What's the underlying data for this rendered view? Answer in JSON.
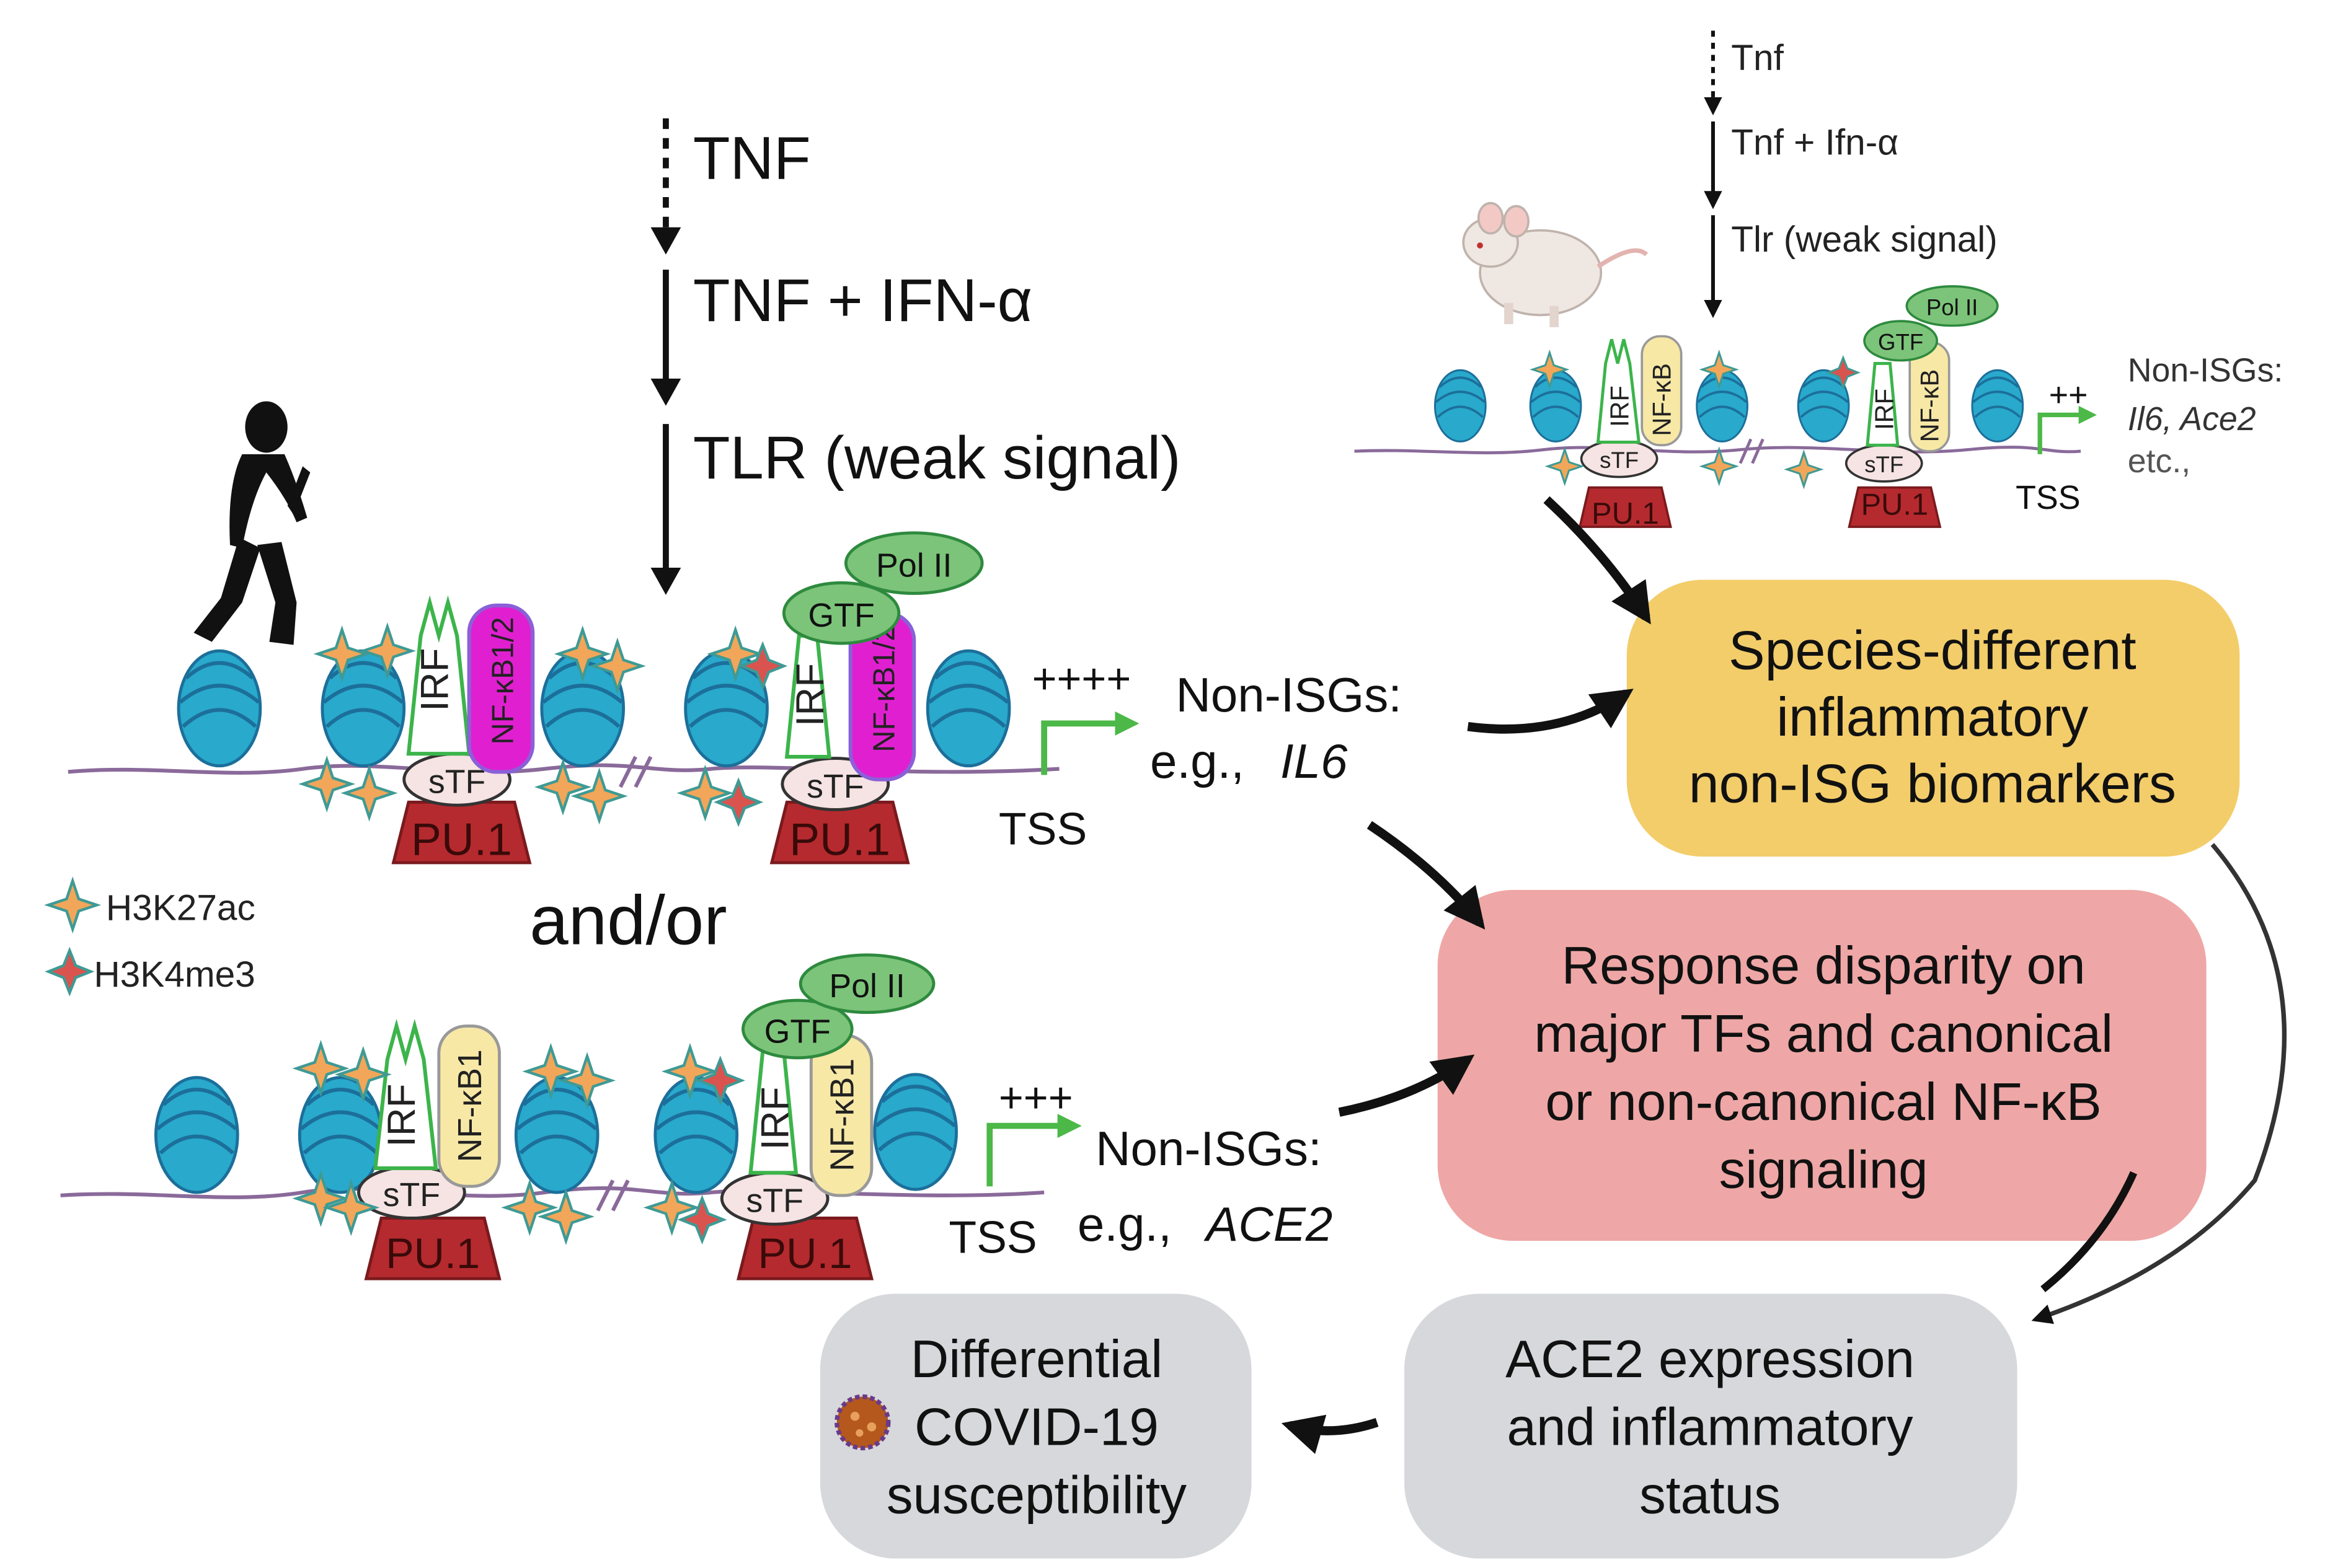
{
  "colors": {
    "nucleosome": "#29A9CC",
    "nucleosome_dark": "#1C6F9A",
    "h3k27ac": "#F2A65A",
    "h3k27ac_stroke": "#3F9A94",
    "h3k4me3": "#D9534F",
    "pu1": "#B52A2E",
    "stf": "#F6E3E3",
    "irf_stroke": "#3CB44B",
    "nfkb_magenta": "#E020D0",
    "nfkb_yellow": "#F7E8A6",
    "gtf": "#7CC47A",
    "arrow_green": "#4CB848",
    "box_yellow": "#F3CD6A",
    "box_pink": "#EEA7A6",
    "box_gray": "#D6D8DB",
    "virus": "#B4581E"
  },
  "human": {
    "signals": [
      "TNF",
      "TNF + IFN-α",
      "TLR (weak signal)"
    ],
    "panel_a": {
      "irf": "IRF",
      "nfkb": "NF-κB1/2",
      "stf": "sTF",
      "pu1": "PU.1",
      "gtf": "GTF",
      "pol2": "Pol II",
      "level": "++++",
      "tss": "TSS",
      "target_label": "Non-ISGs:",
      "example_prefix": "e.g.,",
      "example_gene": "IL6"
    },
    "and_or": "and/or",
    "panel_b": {
      "irf": "IRF",
      "nfkb": "NF-κB1",
      "stf": "sTF",
      "pu1": "PU.1",
      "gtf": "GTF",
      "pol2": "Pol II",
      "level": "+++",
      "tss": "TSS",
      "target_label": "Non-ISGs:",
      "example_prefix": "e.g.,",
      "example_gene": "ACE2"
    }
  },
  "legend": {
    "h3k27ac": "H3K27ac",
    "h3k4me3": "H3K4me3"
  },
  "mouse": {
    "signals": [
      "Tnf",
      "Tnf + Ifn-α",
      "Tlr (weak signal)"
    ],
    "irf": "IRF",
    "nfkb": "NF-κB",
    "stf": "sTF",
    "pu1": "PU.1",
    "gtf": "GTF",
    "pol2": "Pol II",
    "level": "++",
    "tss": "TSS",
    "target_label": "Non-ISGs:",
    "genes": "Il6, Ace2",
    "etc": "etc.,"
  },
  "boxes": {
    "species": [
      "Species-different",
      "inflammatory",
      "non-ISG biomarkers"
    ],
    "response": [
      "Response disparity on",
      "major TFs and canonical",
      "or non-canonical NF-κB",
      "signaling"
    ],
    "ace2": [
      "ACE2 expression",
      "and inflammatory",
      "status"
    ],
    "covid": [
      "Differential",
      "COVID-19",
      "susceptibility"
    ]
  }
}
